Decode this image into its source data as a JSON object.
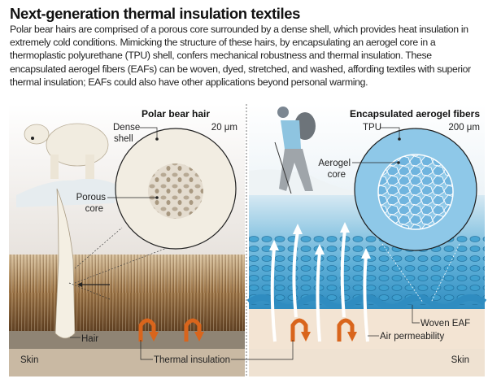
{
  "header": {
    "title": "Next-generation thermal insulation textiles",
    "description": "Polar bear hairs are comprised of a porous core surrounded by a dense shell, which provides heat insulation in extremely cold conditions. Mimicking the structure of these hairs, by encapsulating an aerogel core in a thermoplastic polyurethane (TPU) shell, confers mechanical robustness and thermal insulation. These encapsulated aerogel fibers (EAFs) can be woven, dyed, stretched, and washed, affording textiles with superior thermal insulation; EAFs could also have other applications beyond personal warming."
  },
  "left_panel": {
    "title": "Polar bear hair",
    "scale": "20 μm",
    "dense_shell_1": "Dense",
    "dense_shell_2": "shell",
    "porous_core_1": "Porous",
    "porous_core_2": "core",
    "hair": "Hair",
    "skin": "Skin"
  },
  "right_panel": {
    "title": "Encapsulated aerogel fibers",
    "scale": "200 μm",
    "tpu": "TPU",
    "aerogel_core_1": "Aerogel",
    "aerogel_core_2": "core",
    "woven_eaf": "Woven EAF",
    "air_permeability": "Air permeability",
    "skin": "Skin"
  },
  "shared": {
    "thermal_insulation": "Thermal insulation"
  },
  "colors": {
    "fur_light": "#c9a97c",
    "fur_dark": "#6b4a2a",
    "skin": "#c9b9a3",
    "fabric_blue": "#3d9fcf",
    "heat_orange": "#d9651c",
    "circle_blue": "#8ec8e8"
  }
}
